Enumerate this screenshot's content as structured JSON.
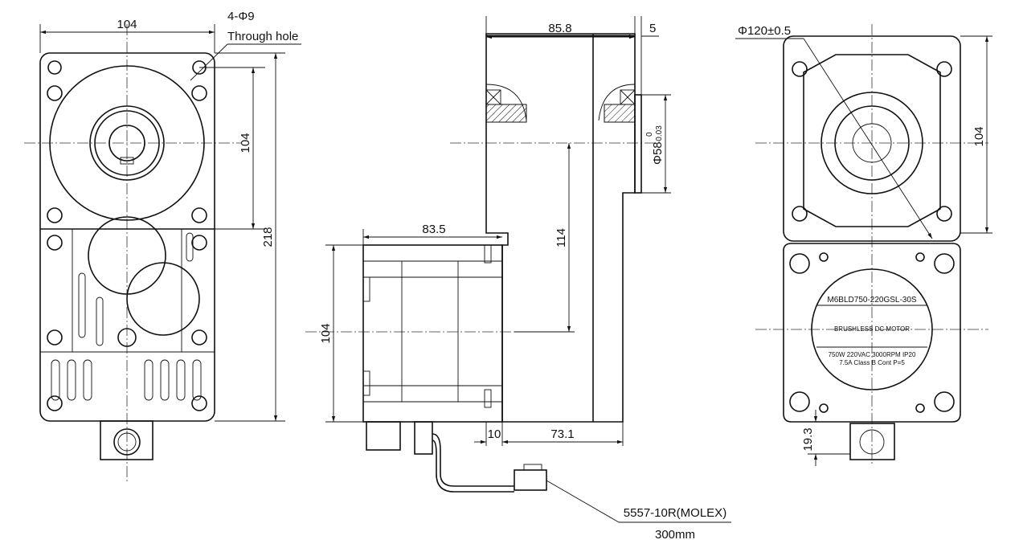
{
  "left_view": {
    "width_dim": "104",
    "hole_note": "4-Φ9",
    "hole_note_2": "Through hole",
    "flange_height_dim": "104",
    "total_height_dim": "218"
  },
  "side_view": {
    "gearbox_length_dim": "85.8",
    "shaft_dim": "5",
    "pilot_dim": "Φ58",
    "pilot_tol_upper": "0",
    "pilot_tol_lower": "-0.03",
    "motor_length_dim": "83.5",
    "offset_dim": "114",
    "motor_height_dim": "104",
    "gap_dim": "10",
    "body_dim": "73.1",
    "connector_label": "5557-10R(MOLEX)",
    "cable_length": "300mm"
  },
  "right_view": {
    "pcd_dim": "Φ120±0.5",
    "flange_dim": "104",
    "connector_dim": "19.3",
    "nameplate": {
      "model": "M6BLD750-220GSL-30S",
      "type": "BRUSHLESS  DC MOTOR",
      "row1": "750W    220VAC    3000RPM   IP20",
      "row2": "7.5A    Class B     Cont     P=5"
    }
  }
}
